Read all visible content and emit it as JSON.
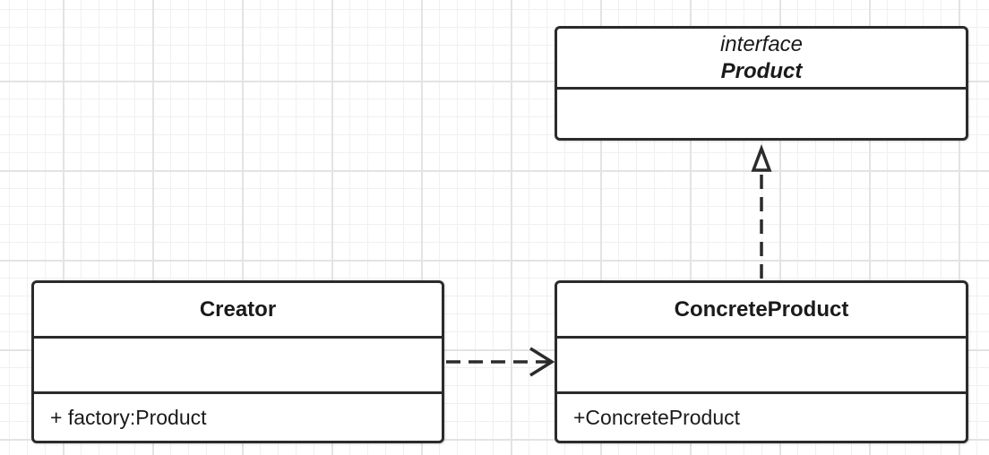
{
  "diagram": {
    "classes": {
      "product": {
        "stereotype": "interface",
        "name": "Product"
      },
      "creator": {
        "name": "Creator",
        "operation": "+ factory:Product"
      },
      "concrete": {
        "name": "ConcreteProduct",
        "operation": "+ConcreteProduct"
      }
    },
    "relationships": [
      {
        "type": "dependency",
        "from": "Creator",
        "to": "ConcreteProduct"
      },
      {
        "type": "realization",
        "from": "ConcreteProduct",
        "to": "Product"
      }
    ],
    "colors": {
      "line": "#2b2b2b",
      "box_fill": "#ffffff"
    }
  }
}
